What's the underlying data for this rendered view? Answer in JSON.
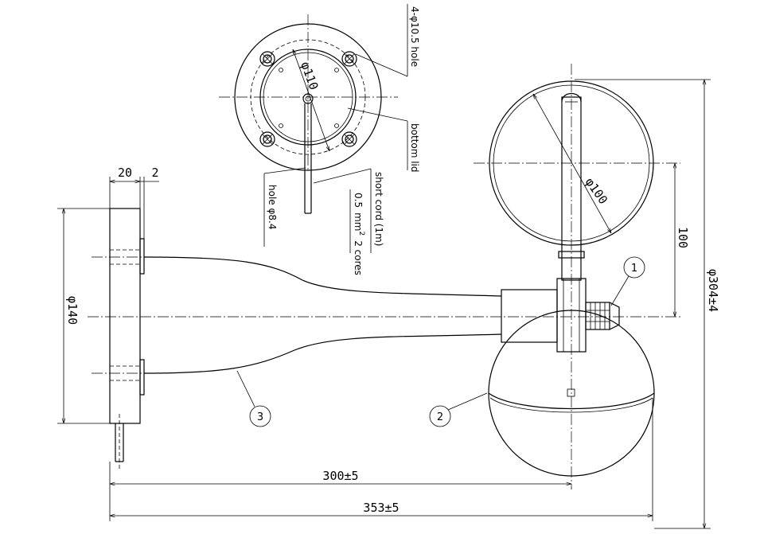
{
  "dimensions": {
    "flange_width": "20",
    "flange_step": "2",
    "flange_dia": "φ140",
    "arm_length": "300±5",
    "total_length": "353±5",
    "float_dia": "φ304±4",
    "float_offset": "100",
    "switch_dia": "φ100",
    "hole_pcd": "φ110"
  },
  "annotations": {
    "mount_holes": "4-φ10.5 hole",
    "bottom_lid": "bottom lid",
    "cord_hole": "hole φ8.4",
    "cord_type": "short cord (1m)",
    "cord_spec_value": "0.5",
    "cord_spec_unit": "mm",
    "cord_spec_power": "2",
    "cord_spec_cores": "2 cores"
  },
  "callouts": {
    "item_1": "1",
    "item_2": "2",
    "item_3": "3"
  }
}
